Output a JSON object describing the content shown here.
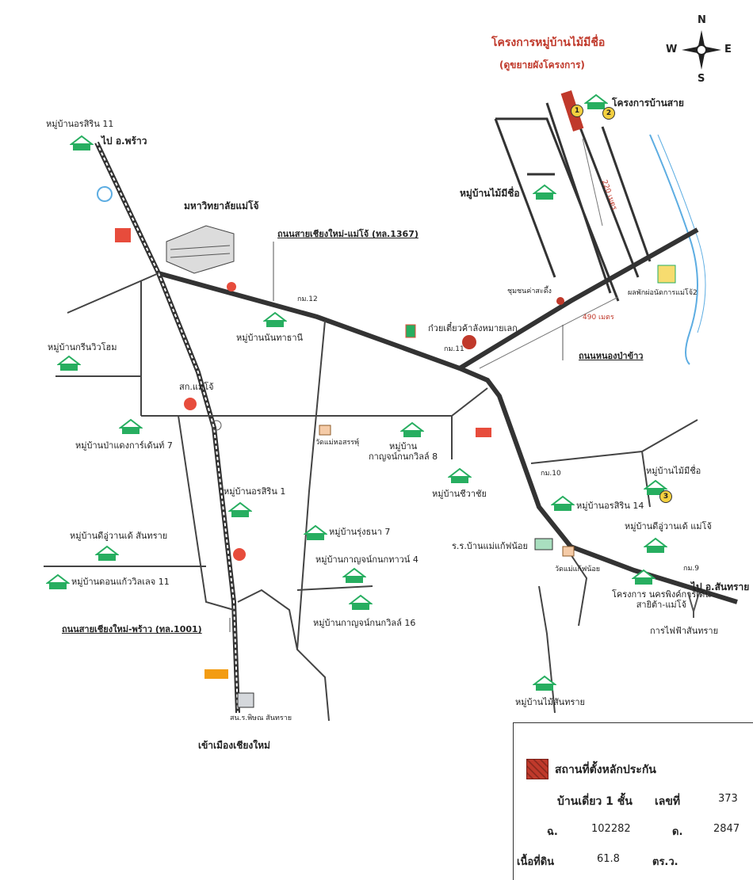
{
  "header": {
    "title": "โครงการหมู่บ้านไม้มีชื่อ",
    "subtitle": "(ดูขยายผังโครงการ)"
  },
  "compass": {
    "n": "N",
    "s": "S",
    "e": "E",
    "w": "W"
  },
  "roads": {
    "r1367": "ถนนสายเชียงใหม่-แม่โจ้ (ทล.1367)",
    "r1001": "ถนนสายเชียงใหม่-พร้าว (ทล.1001)",
    "nongpakao": "ถนนหนองป่าข้าว",
    "to_phrao": "ไป อ.พร้าว",
    "to_sansai": "ไป อ.สันทราย",
    "to_city": "เข้าเมืองเชียงใหม่",
    "km12": "กม.12",
    "km11": "กม.11",
    "km10": "กม.10",
    "km9": "กม.9"
  },
  "distances": {
    "d490": "490 เมตร",
    "d220": "220 เมตร"
  },
  "places": {
    "project_sansai": "โครงการบ้านสาย",
    "mai_mee_chue_top": "หมู่บ้านไม้มีชื่อ",
    "ornsirin11": "หมู่บ้านอรสิริน 11",
    "maejo_univ": "มหาวิทยาลัยแม่โจ้",
    "green_view": "หมู่บ้านกรีนวิวโฮม",
    "nanthaphan": "หมู่บ้านนันทาธานี",
    "kuaytiew": "ก๋วยเตี๋ยวค้าลังหมายเลก",
    "chumchon": "ชุมชนค่าสะดึ้ง",
    "phonkitt": "ผลพักผ่อนัดการแม่โจ้2",
    "sakon_maejo": "สก.แม่โจ้",
    "padaeng": "หมู่บ้านป่าแดงการ์เด้นท์ 7",
    "wat_pong": "วัดแม่หอสรรพุ์",
    "kanjana8": "หมู่บ้าน\nกาญจน์กนกวิลล์ 8",
    "chiwachai": "หมู่บ้านชีวาชัย",
    "ornsirin1": "หมู่บ้านอรสิริน 1",
    "wood_sansai": "หมู่บ้านดีอู่วานเด้ สันทราย",
    "donkaew": "หมู่บ้านดอนแก้ววิลเลจ 11",
    "rungthana": "หมู่บ้านรุ่งธนา 7",
    "kanjana4": "หมู่บ้านกาญจน์กนกทาวน์ 4",
    "kanjana16": "หมู่บ้านกาญจน์กนกวิลล์ 16",
    "mai_mee_chue_right": "หมู่บ้านไม้มีชื่อ",
    "ornsirin14": "หมู่บ้านอรสิริน 14",
    "wood_maejo": "หมู่บ้านดีอู่วานเด้ แม่โจ้",
    "school": "ร.ร.บ้านแม่แก้ฟน้อย",
    "wat_maekae": "วัดแม่แก้ฟน้อย",
    "nakorn_project": "โครงการ นครพิงค์การ์เด้น\nสายิต้า-แม่โจ้",
    "elec_sansai": "การไฟฟ้าสันทราย",
    "mai_sansai": "หมู่บ้านไม้สันทราย",
    "hospital_sansai": "สน.ร.พิษณ สันทราย"
  },
  "legend": {
    "swatch_label": "สถานที่ตั้งหลักประกัน",
    "house_type": "บ้านเดี่ยว 1 ชั้น",
    "no_label": "เลขที่",
    "no_value": "373",
    "chanot_label": "ฉ.",
    "chanot_value": "102282",
    "dinsai_label": "ด.",
    "dinsai_value": "2847",
    "area_label": "เนื้อที่ดิน",
    "area_value": "61.8",
    "area_unit": "ตร.ว."
  },
  "markers": {
    "one": "1",
    "two": "2",
    "three": "3"
  },
  "colors": {
    "road": "#333333",
    "river": "#5dade2",
    "house_green": "#27ae60",
    "site": "#c0392b",
    "title_red": "#c0392b"
  }
}
